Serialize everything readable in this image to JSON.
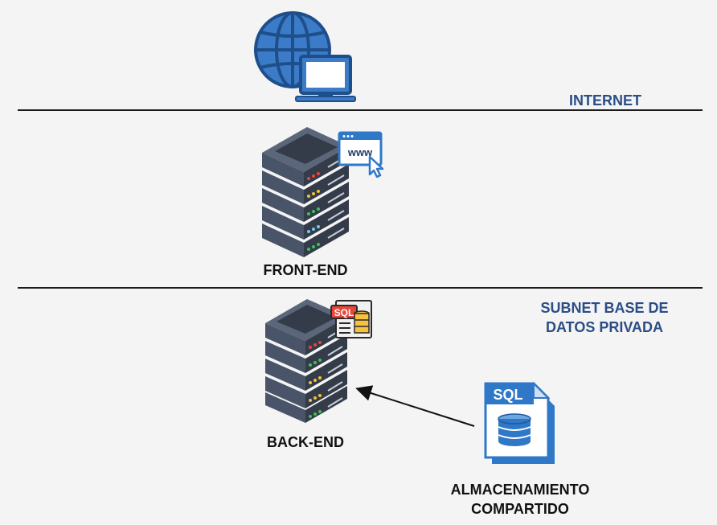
{
  "zones": {
    "internet": "INTERNET",
    "private_subnet": "SUBNET BASE DE\nDATOS PRIVADA"
  },
  "nodes": {
    "front_end": "FRONT-END",
    "back_end": "BACK-END",
    "storage": "ALMACENAMIENTO\nCOMPARTIDO"
  },
  "badges": {
    "www": "www",
    "sql_small": "SQL",
    "sql_file": "SQL"
  },
  "icons": {
    "internet": "globe-computer-icon",
    "front_end": "server-rack-icon",
    "web_badge": "browser-www-icon",
    "back_end": "server-rack-icon",
    "sql_badge": "sql-document-icon",
    "storage": "sql-database-file-icon"
  },
  "colors": {
    "background": "#f4f4f5",
    "zone_label": "#2b4d86",
    "node_label": "#111111",
    "globe_blue": "#3b7bc7",
    "server_dark": "#404a5b",
    "file_blue": "#2f78c7"
  }
}
